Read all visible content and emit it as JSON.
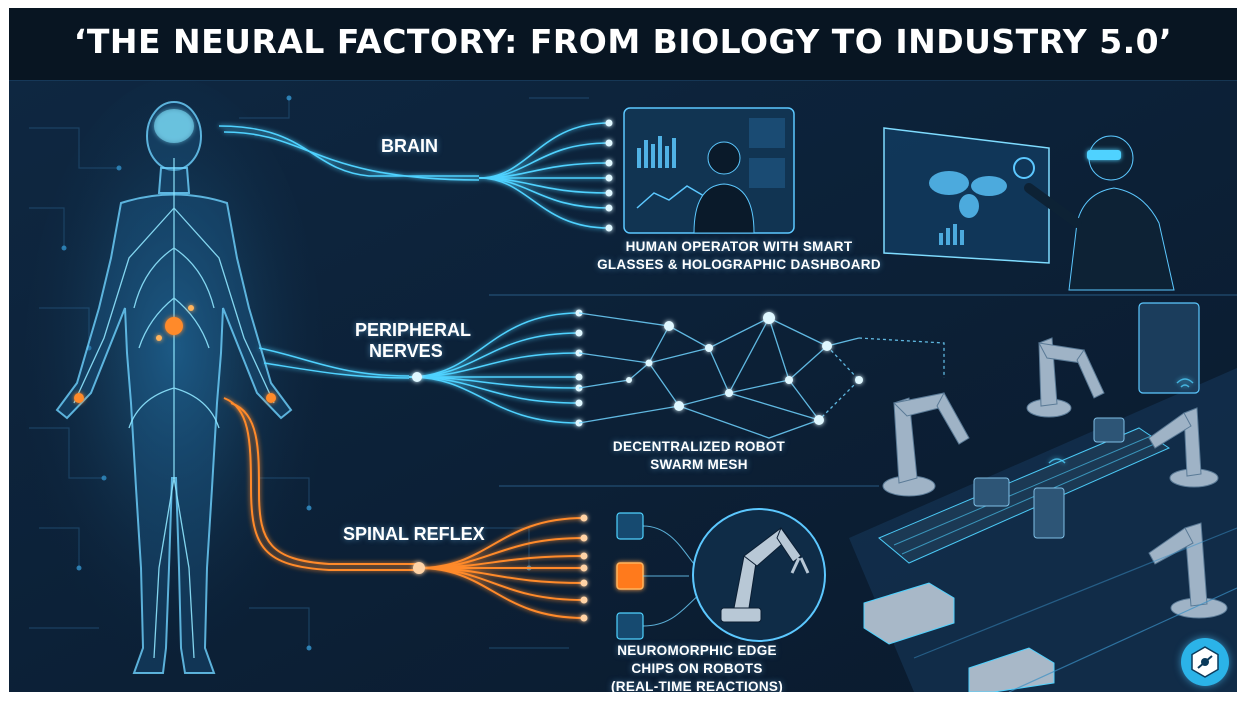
{
  "title": "‘THE NEURAL FACTORY: FROM BIOLOGY TO INDUSTRY 5.0’",
  "sections": [
    {
      "id": "brain",
      "label": "BRAIN",
      "caption": [
        "HUMAN OPERATOR WITH SMART",
        "GLASSES & HOLOGRAPHIC DASHBOARD"
      ]
    },
    {
      "id": "peripheral",
      "label": [
        "PERIPHERAL",
        "NERVES"
      ],
      "caption": [
        "DECENTRALIZED ROBOT",
        "SWARM MESH"
      ]
    },
    {
      "id": "spinal",
      "label": "SPINAL REFLEX",
      "caption": [
        "NEUROMORPHIC EDGE",
        "CHIPS ON ROBOTS",
        "(REAL-TIME REACTIONS)"
      ]
    }
  ],
  "colors": {
    "background": "#0b1e33",
    "title_bar": "#081522",
    "neural_cyan": "#4fd2ff",
    "reflex_orange": "#ff8a2a",
    "text": "#ffffff"
  },
  "icons": [
    "human-nervous-system-illustration",
    "operator-silhouette-icon",
    "holographic-dashboard-icon",
    "smart-glasses-operator-icon",
    "swarm-mesh-network",
    "neuromorphic-chip-icon",
    "robot-arm-icon",
    "factory-robot-line-illustration",
    "autonomous-vehicle-icon",
    "brand-logo-icon"
  ]
}
